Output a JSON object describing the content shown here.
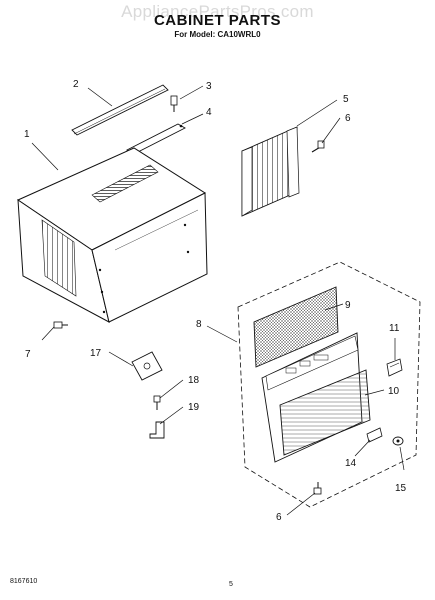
{
  "header": {
    "watermark": "AppliancePartsPros.com",
    "title": "CABINET PARTS",
    "subtitle": "For Model: CA10WRL0"
  },
  "callouts": {
    "c1": "1",
    "c2": "2",
    "c3": "3",
    "c4": "4",
    "c5": "5",
    "c6a": "6",
    "c6b": "6",
    "c7": "7",
    "c8": "8",
    "c9": "9",
    "c10": "10",
    "c11": "11",
    "c14": "14",
    "c15": "15",
    "c17": "17",
    "c18": "18",
    "c19": "19"
  },
  "footer": {
    "doc_number": "8167610",
    "page": "5"
  }
}
